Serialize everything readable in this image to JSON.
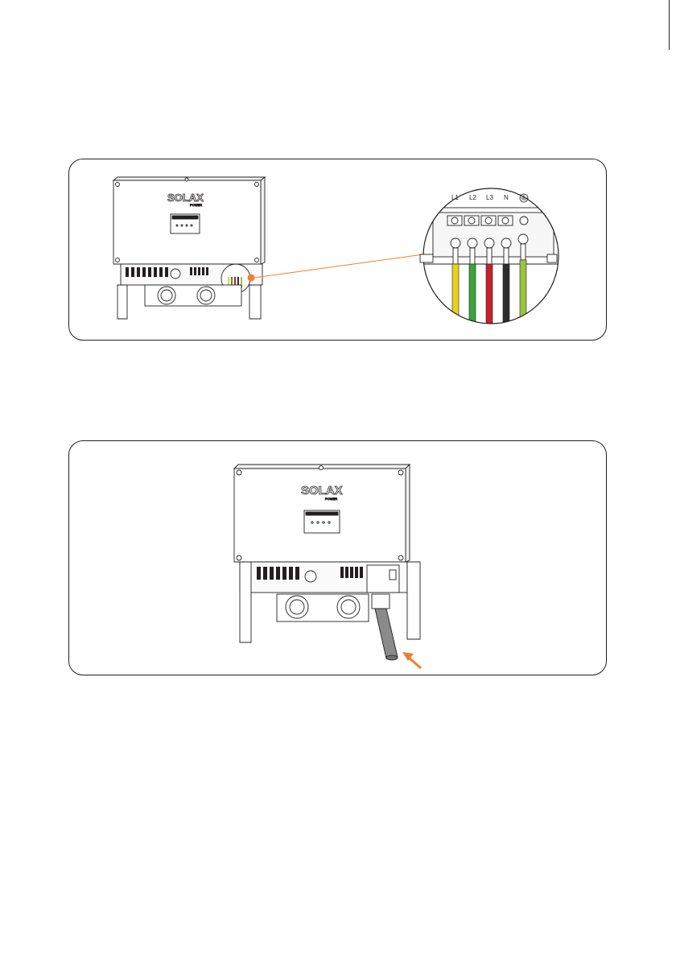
{
  "figure_1": {
    "inverter": {
      "brand_logo": "SOLAX",
      "brand_sub": "POWER"
    },
    "terminal_labels": [
      "L1",
      "L2",
      "L3",
      "N"
    ],
    "wire_colors": [
      "#e6d21e",
      "#3aa53a",
      "#c8202a",
      "#2d2d2d",
      "#9ac43a"
    ],
    "callout_color": "#f07f2d"
  },
  "figure_2": {
    "inverter": {
      "brand_logo": "SOLAX",
      "brand_sub": "POWER"
    },
    "arrow_color": "#f07f2d",
    "cable_color": "#8a8a8a"
  }
}
